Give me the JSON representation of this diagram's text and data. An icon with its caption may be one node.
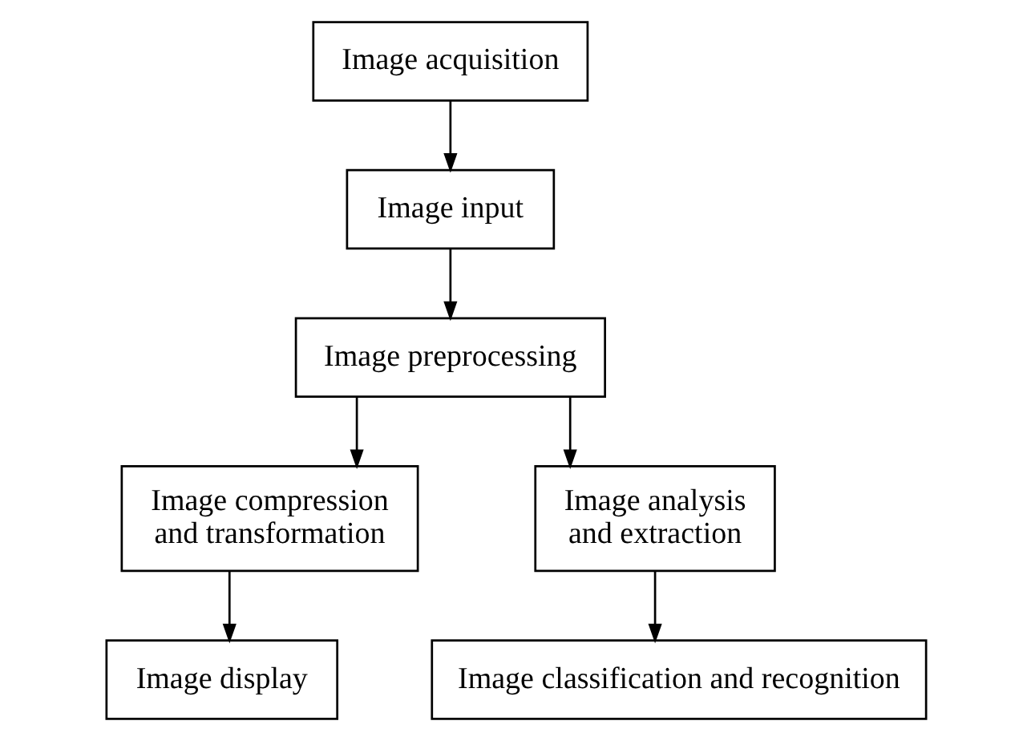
{
  "diagram": {
    "nodes": [
      {
        "text": [
          "Image acquisition"
        ]
      },
      {
        "text": [
          "Image input"
        ]
      },
      {
        "text": [
          "Image preprocessing"
        ]
      },
      {
        "text": [
          "Image compression and transformation"
        ]
      },
      {
        "text": [
          "Image analysis and extraction"
        ]
      },
      {
        "text": [
          "Image display"
        ]
      },
      {
        "text": [
          "Image classification and recognition"
        ]
      }
    ],
    "edges": [
      {
        "from": 0,
        "to": 1,
        "arrow": "to"
      },
      {
        "from": 1,
        "to": 2,
        "arrow": "to"
      },
      {
        "from": 2,
        "to": 3,
        "arrow": "to"
      },
      {
        "from": 2,
        "to": 4,
        "arrow": "to"
      },
      {
        "from": 3,
        "to": 5,
        "arrow": "to"
      },
      {
        "from": 4,
        "to": 6,
        "arrow": "to"
      }
    ]
  }
}
